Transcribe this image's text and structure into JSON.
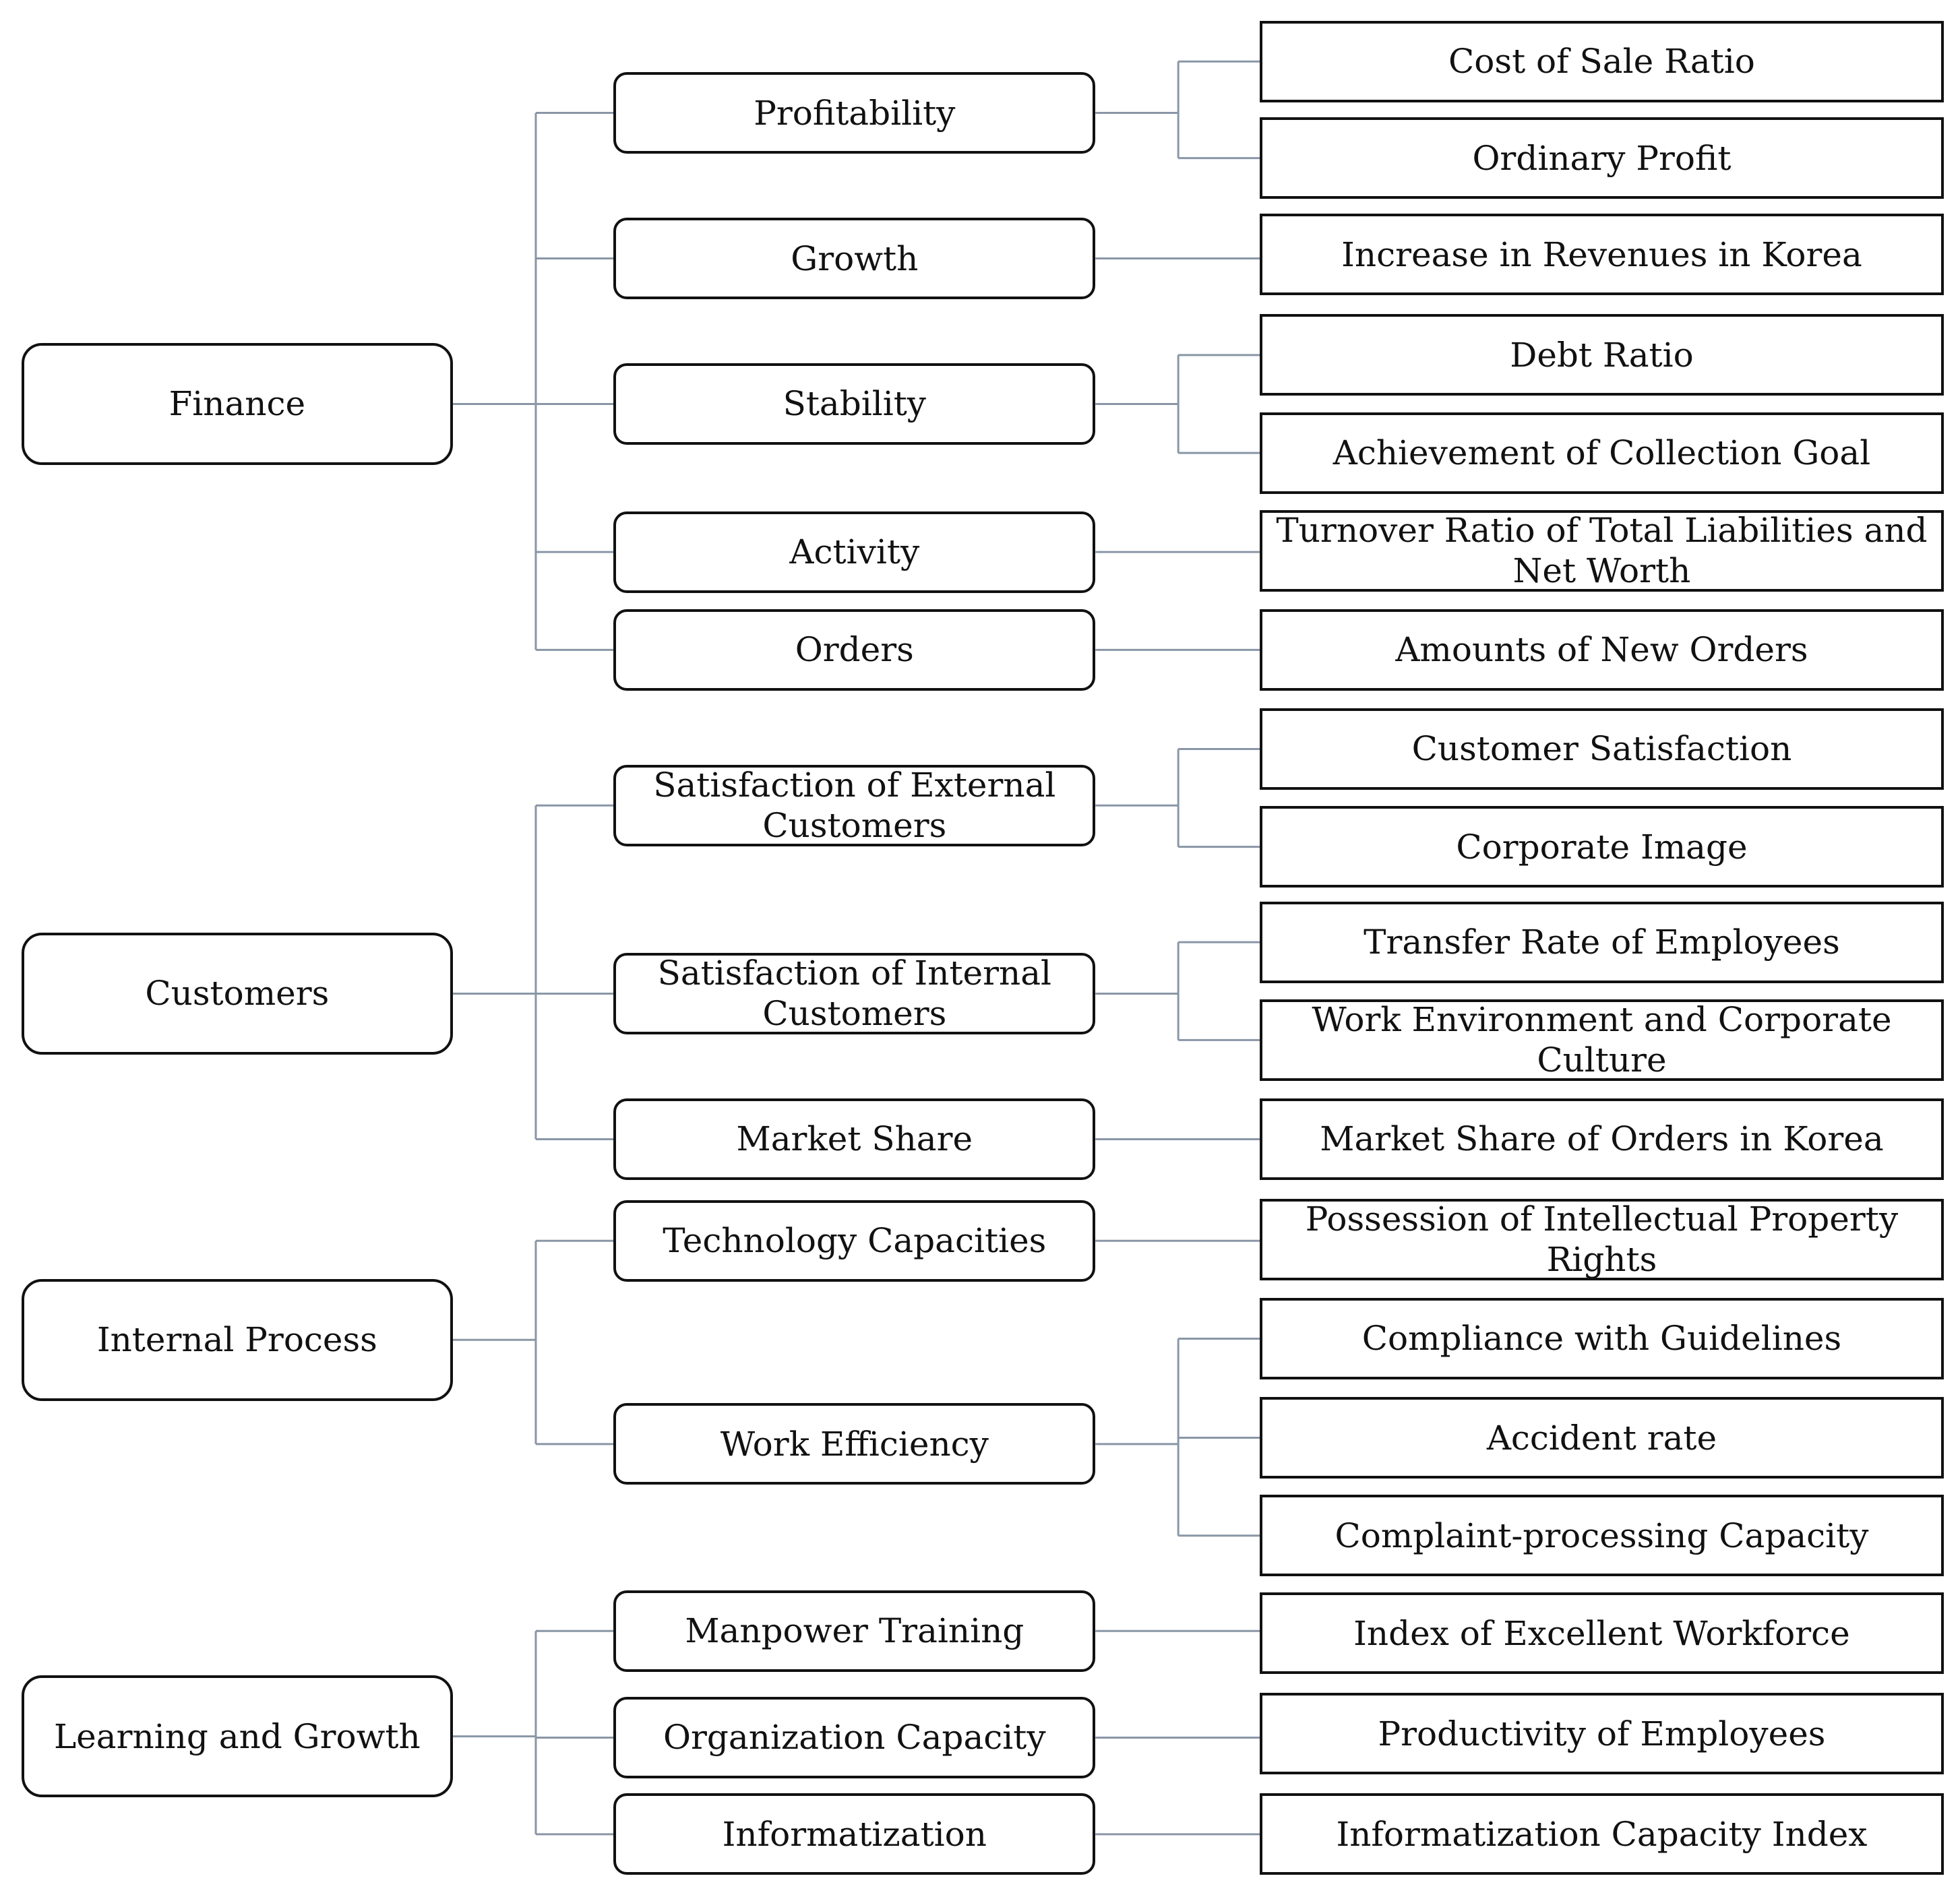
{
  "perspectives": [
    {
      "label": "Finance",
      "categories": [
        {
          "label": "Profitability",
          "indicators": [
            "Cost of Sale Ratio",
            "Ordinary Profit"
          ]
        },
        {
          "label": "Growth",
          "indicators": [
            "Increase in Revenues in Korea"
          ]
        },
        {
          "label": "Stability",
          "indicators": [
            "Debt Ratio",
            "Achievement of Collection Goal"
          ]
        },
        {
          "label": "Activity",
          "indicators": [
            "Turnover Ratio of Total Liabilities and Net Worth"
          ]
        },
        {
          "label": "Orders",
          "indicators": [
            "Amounts of New Orders"
          ]
        }
      ]
    },
    {
      "label": "Customers",
      "categories": [
        {
          "label": "Satisfaction of External Customers",
          "indicators": [
            "Customer Satisfaction",
            "Corporate Image"
          ]
        },
        {
          "label": "Satisfaction of Internal Customers",
          "indicators": [
            "Transfer Rate of Employees",
            "Work Environment and Corporate Culture"
          ]
        },
        {
          "label": "Market Share",
          "indicators": [
            "Market Share of Orders in Korea"
          ]
        }
      ]
    },
    {
      "label": "Internal Process",
      "categories": [
        {
          "label": "Technology Capacities",
          "indicators": [
            "Possession of Intellectual Property Rights"
          ]
        },
        {
          "label": "Work Efficiency",
          "indicators": [
            "Compliance with Guidelines",
            "Accident rate",
            "Complaint-processing Capacity"
          ]
        }
      ]
    },
    {
      "label": "Learning and Growth",
      "categories": [
        {
          "label": "Manpower Training",
          "indicators": [
            "Index of Excellent Workforce"
          ]
        },
        {
          "label": "Organization Capacity",
          "indicators": [
            "Productivity of Employees"
          ]
        },
        {
          "label": "Informatization",
          "indicators": [
            "Informatization Capacity Index"
          ]
        }
      ]
    }
  ],
  "colors": {
    "connector": "#8a96a6",
    "border": "#111111"
  }
}
